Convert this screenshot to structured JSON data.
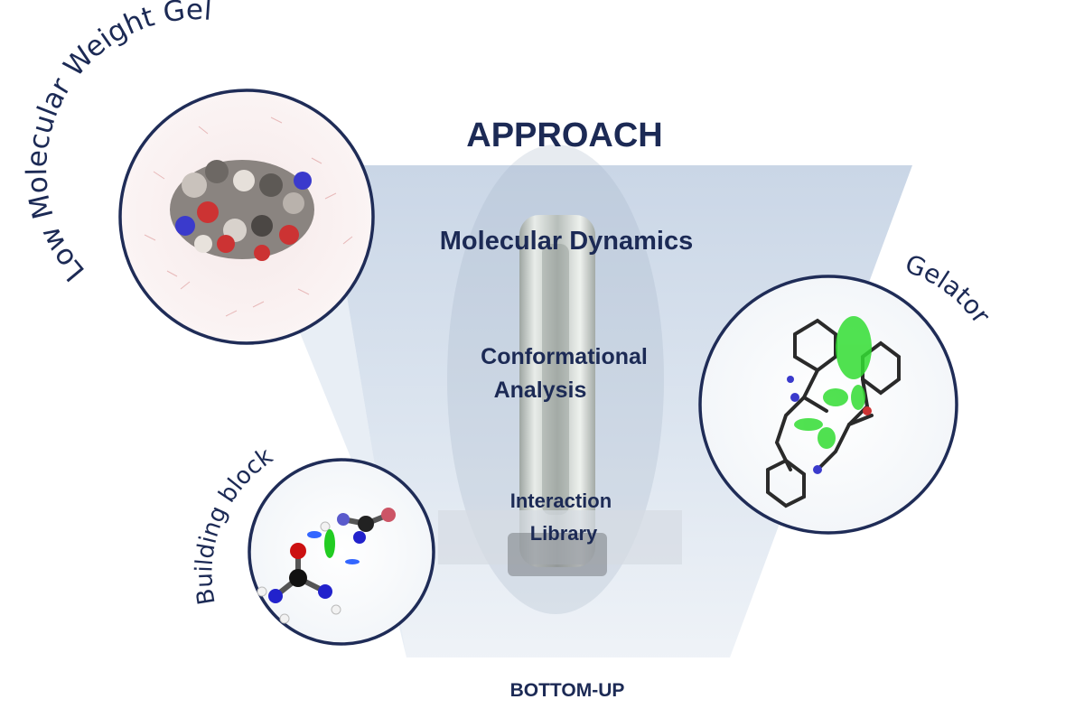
{
  "title": "APPROACH",
  "footer": "BOTTOM-UP",
  "funnel_levels": [
    {
      "label": "Molecular Dynamics"
    },
    {
      "label_lines": [
        "Conformational",
        "Analysis"
      ]
    },
    {
      "label_lines": [
        "Interaction",
        "Library"
      ]
    }
  ],
  "circles": {
    "gel": {
      "label": "Low Molecular Weight Gel"
    },
    "gelator": {
      "label": "Gelator"
    },
    "building_block": {
      "label": "Building block"
    }
  },
  "colors": {
    "text_dark": "#1c2a55",
    "circle_border": "#1f2c57",
    "funnel": "#c9d6e6"
  }
}
